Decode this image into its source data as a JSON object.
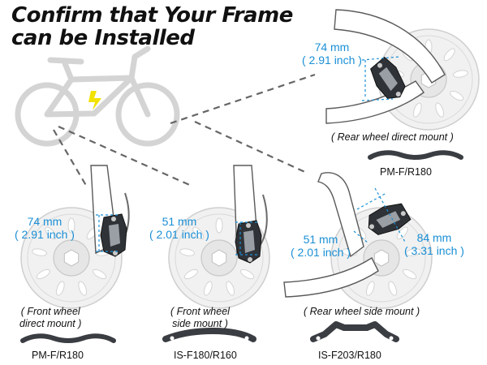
{
  "title": {
    "line1": "Confirm that Your Frame",
    "line2": "can be Installed"
  },
  "colors": {
    "accent": "#1a8fd6",
    "bike": "#d4d4d4",
    "lightning": "#f2e200",
    "text": "#111111"
  },
  "mounts": [
    {
      "id": "rear-direct",
      "measure": {
        "mm": "74 mm",
        "inch": "( 2.91 inch )"
      },
      "caption": [
        "( Rear wheel direct mount )"
      ],
      "standard": "PM-F/R180"
    },
    {
      "id": "front-direct",
      "measure": {
        "mm": "74 mm",
        "inch": "( 2.91 inch )"
      },
      "caption": [
        "( Front wheel",
        "direct mount )"
      ],
      "standard": "PM-F/R180"
    },
    {
      "id": "front-side",
      "measure": {
        "mm": "51 mm",
        "inch": "( 2.01 inch )"
      },
      "caption": [
        "( Front wheel",
        "side mount )"
      ],
      "standard": "IS-F180/R160"
    },
    {
      "id": "rear-side",
      "measure": {
        "mm": "51 mm",
        "inch": "( 2.01 inch )"
      },
      "measure2": {
        "mm": "84 mm",
        "inch": "( 3.31 inch )"
      },
      "caption": [
        "( Rear wheel side mount )"
      ],
      "standard": "IS-F203/R180"
    }
  ]
}
